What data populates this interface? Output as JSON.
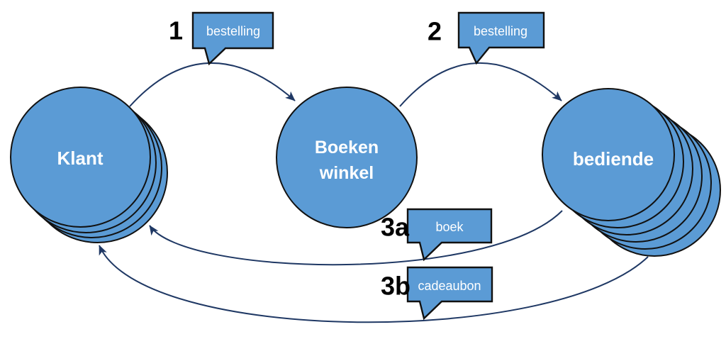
{
  "colors": {
    "background": "#ffffff",
    "shape_fill": "#5b9bd5",
    "shape_stroke": "#111111",
    "arrow": "#1f3864",
    "node_text": "#ffffff",
    "bubble_text": "#ffffff",
    "number_text": "#000000"
  },
  "nodes": {
    "klant": {
      "label": "Klant",
      "stacked": true
    },
    "boekenwinkel": {
      "label_line1": "Boeken",
      "label_line2": "winkel",
      "stacked": false
    },
    "bediende": {
      "label": "bediende",
      "stacked": true
    }
  },
  "steps": [
    {
      "number": "1",
      "label": "bestelling",
      "from": "klant",
      "to": "boekenwinkel"
    },
    {
      "number": "2",
      "label": "bestelling",
      "from": "boekenwinkel",
      "to": "bediende"
    },
    {
      "number": "3a",
      "label": "boek",
      "from": "bediende",
      "to": "klant"
    },
    {
      "number": "3b",
      "label": "cadeaubon",
      "from": "bediende",
      "to": "klant"
    }
  ]
}
